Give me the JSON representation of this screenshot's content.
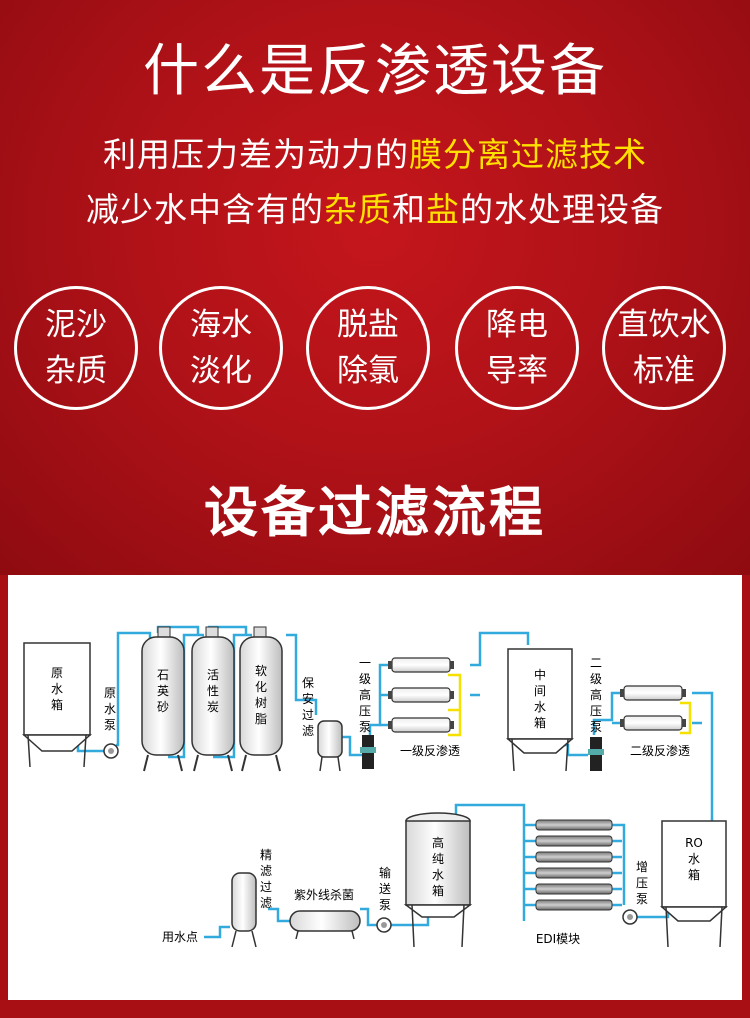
{
  "header": {
    "title": "什么是反渗透设备",
    "line1": {
      "pre": "利用压力差为动力的",
      "hl": "膜分离过滤技术"
    },
    "line2": {
      "pre": "减少水中含有的",
      "hl1": "杂质",
      "mid": "和",
      "hl2": "盐",
      "post": "的水处理设备"
    }
  },
  "functions": [
    {
      "top": "泥沙",
      "bottom": "杂质"
    },
    {
      "top": "海水",
      "bottom": "淡化"
    },
    {
      "top": "脱盐",
      "bottom": "除氯"
    },
    {
      "top": "降电",
      "bottom": "导率"
    },
    {
      "top": "直饮水",
      "bottom": "标准"
    }
  ],
  "section_title": "设备过滤流程",
  "diagram": {
    "raw_tank": [
      "原",
      "水",
      "箱"
    ],
    "raw_pump": [
      "原",
      "水",
      "泵"
    ],
    "quartz": [
      "石",
      "英",
      "砂"
    ],
    "carbon": [
      "活",
      "性",
      "炭"
    ],
    "resin": [
      "软",
      "化",
      "树",
      "脂"
    ],
    "security_filter": [
      "保",
      "安",
      "过",
      "滤"
    ],
    "hp_pump1": [
      "一",
      "级",
      "高",
      "压",
      "泵"
    ],
    "ro1_label": "一级反渗透",
    "mid_tank": [
      "中",
      "间",
      "水",
      "箱"
    ],
    "hp_pump2": [
      "二",
      "级",
      "高",
      "压",
      "泵"
    ],
    "ro2_label": "二级反渗透",
    "ro_tank": [
      "RO",
      "水",
      "箱"
    ],
    "boost_pump": [
      "增",
      "压",
      "泵"
    ],
    "edi_label": "EDI模块",
    "pure_tank": [
      "高",
      "纯",
      "水",
      "箱"
    ],
    "delivery_pump": [
      "输",
      "送",
      "泵"
    ],
    "uv_label": "紫外线杀菌",
    "fine_filter": [
      "精",
      "滤",
      "过",
      "滤"
    ],
    "use_point": "用水点"
  },
  "colors": {
    "red": "#b01218",
    "yellow": "#ffe100",
    "pipe": "#33aadd",
    "pipe_yellow": "#f5e000"
  }
}
